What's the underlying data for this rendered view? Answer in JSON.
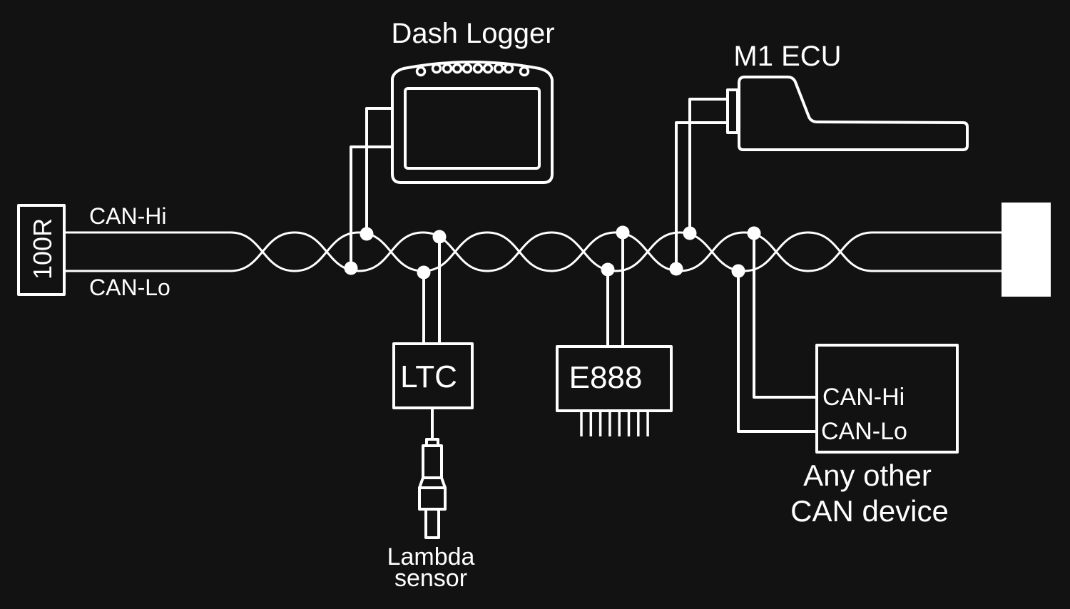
{
  "diagram": {
    "type": "CAN bus wiring diagram",
    "colors": {
      "background": "#121212",
      "foreground": "#ffffff"
    },
    "terminator_left": {
      "label": "100R"
    },
    "bus_labels": {
      "hi": "CAN-Hi",
      "lo": "CAN-Lo"
    },
    "devices": {
      "dash_logger": {
        "label": "Dash Logger"
      },
      "m1_ecu": {
        "label": "M1 ECU"
      },
      "ltc": {
        "label": "LTC"
      },
      "lambda_sensor": {
        "label_line1": "Lambda",
        "label_line2": "sensor"
      },
      "e888": {
        "label": "E888"
      },
      "other_device": {
        "pin_hi": "CAN-Hi",
        "pin_lo": "CAN-Lo",
        "label_line1": "Any other",
        "label_line2": "CAN device"
      }
    },
    "terminator_right": {
      "label": ""
    }
  }
}
